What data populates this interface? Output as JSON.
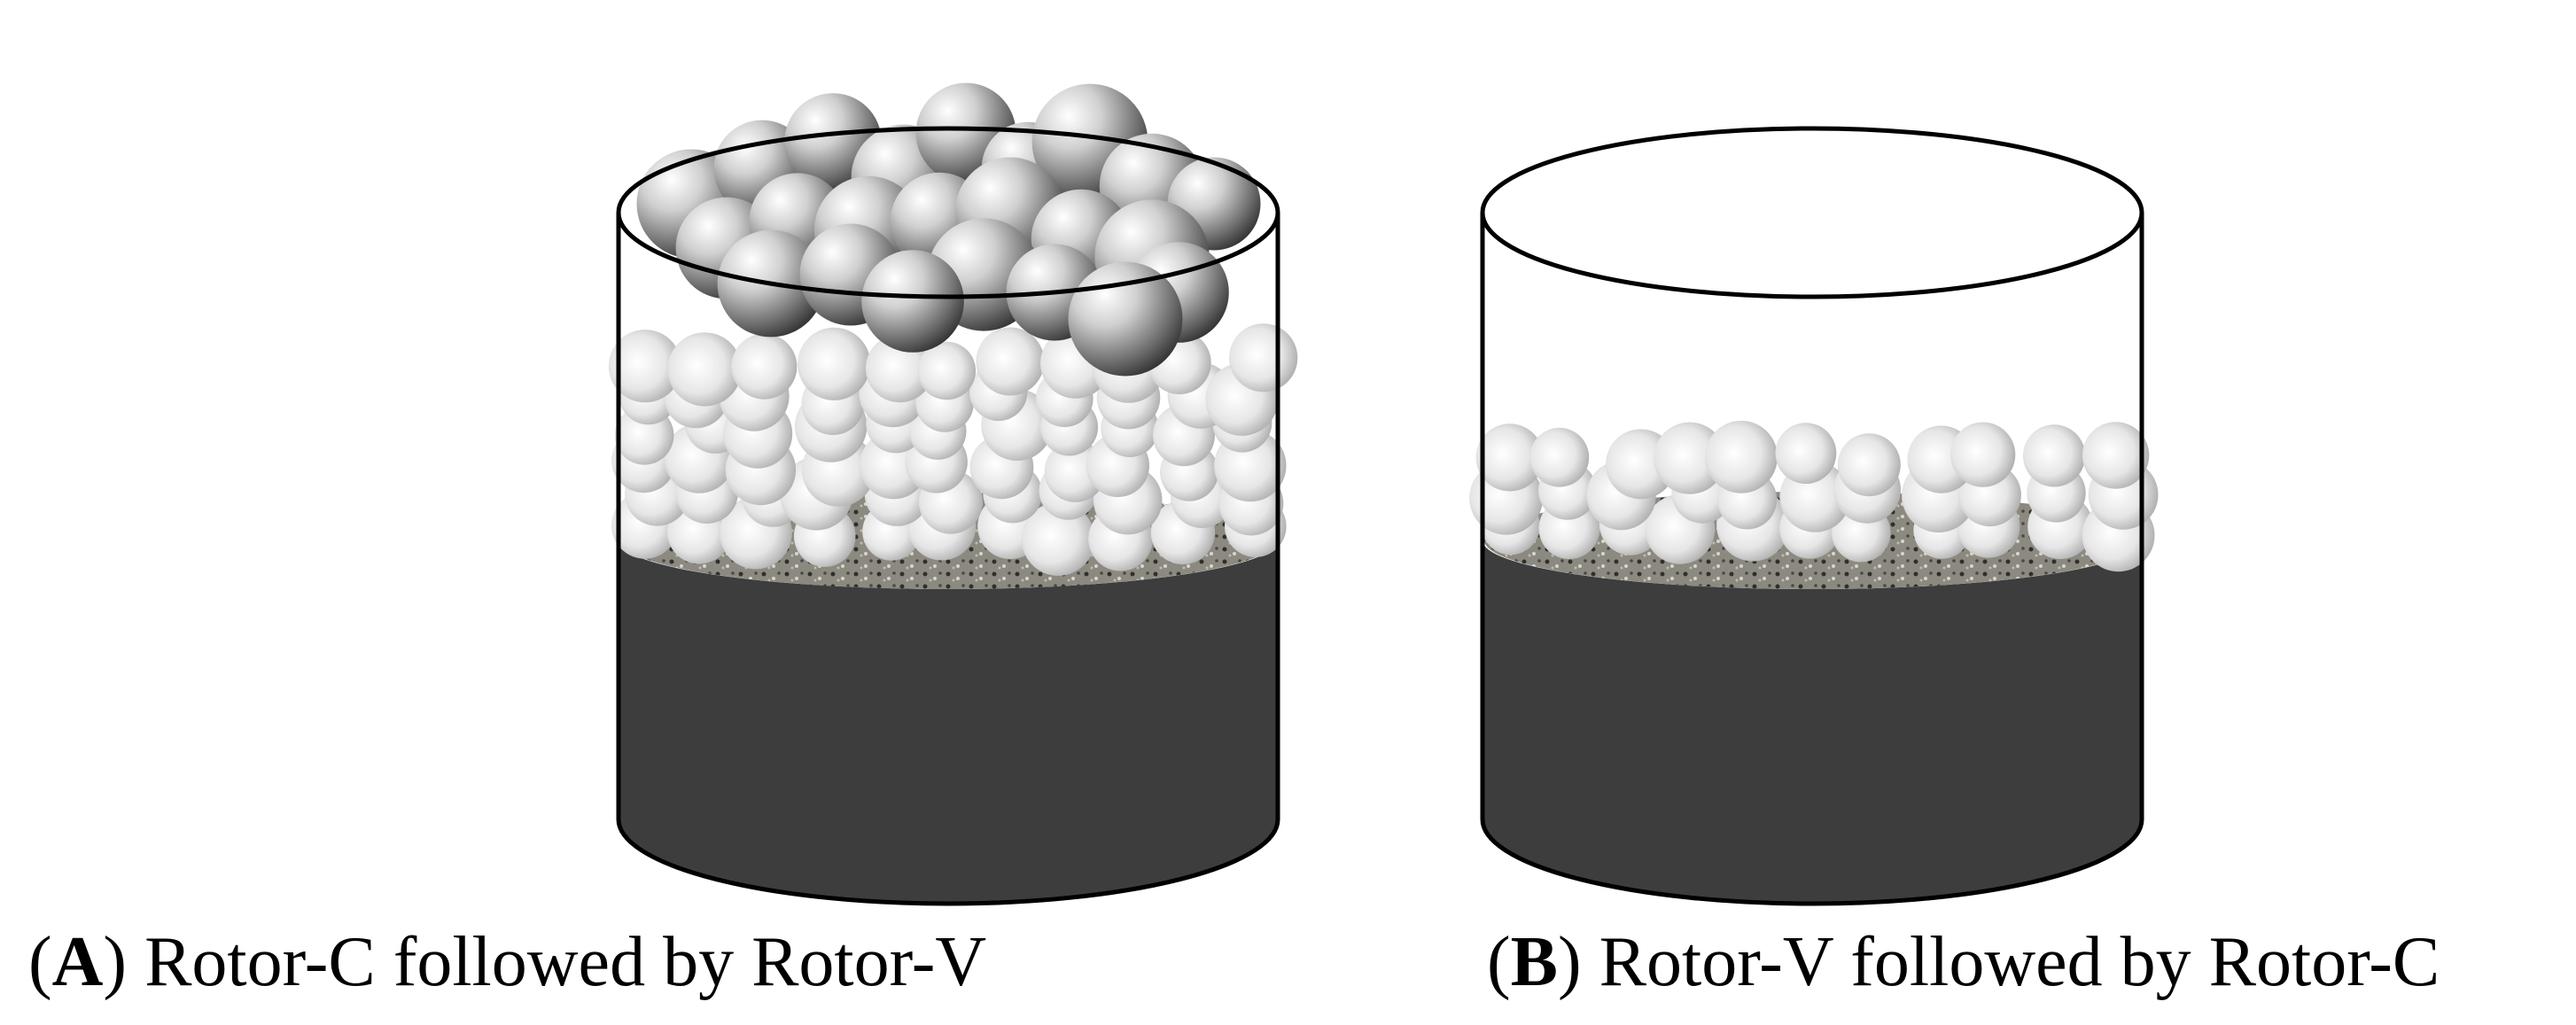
{
  "panels": [
    {
      "letter": "A",
      "label": "Rotor-C followed by Rotor-V",
      "fill": "high"
    },
    {
      "letter": "B",
      "label": "Rotor-V followed by Rotor-C",
      "fill": "low"
    }
  ],
  "colors": {
    "substrate": "#3d3d3d",
    "outline": "#000000",
    "debris": "#8c8a80",
    "sphere_dark": "#2e2e2e",
    "sphere_light": "#ffffff"
  }
}
